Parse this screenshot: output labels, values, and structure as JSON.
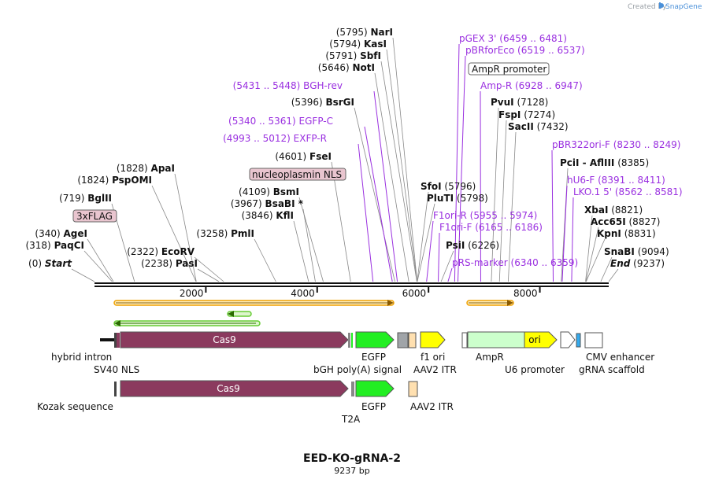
{
  "watermark": {
    "created_by": "Created by",
    "brand": "SnapGene"
  },
  "plasmid": {
    "name": "EED-KO-gRNA-2",
    "length_label": "9237 bp"
  },
  "ruler": {
    "start": 0,
    "end": 9237,
    "ticks": [
      {
        "pos": 2000,
        "label": "2000"
      },
      {
        "pos": 4000,
        "label": "4000"
      },
      {
        "pos": 6000,
        "label": "6000"
      },
      {
        "pos": 8000,
        "label": "8000"
      }
    ]
  },
  "sites": [
    {
      "pos": "(0)",
      "name": "Start",
      "italic": true,
      "loc": 0
    },
    {
      "pos": "(318)",
      "name": "PaqCI",
      "loc": 318
    },
    {
      "pos": "(340)",
      "name": "AgeI",
      "loc": 340
    },
    {
      "pos": "(719)",
      "name": "BglII",
      "loc": 719
    },
    {
      "pos": "(1824)",
      "name": "PspOMI",
      "loc": 1824
    },
    {
      "pos": "(1828)",
      "name": "ApaI",
      "loc": 1828
    },
    {
      "pos": "(2238)",
      "name": "PasI",
      "loc": 2238
    },
    {
      "pos": "(2322)",
      "name": "EcoRV",
      "loc": 2322
    },
    {
      "pos": "(3258)",
      "name": "PmlI",
      "loc": 3258
    },
    {
      "pos": "(3846)",
      "name": "KflI",
      "loc": 3846
    },
    {
      "pos": "(3967)",
      "name": "BsaBI *",
      "loc": 3967
    },
    {
      "pos": "(4109)",
      "name": "BsmI",
      "loc": 4109
    },
    {
      "pos": "(4601)",
      "name": "FseI",
      "loc": 4601
    },
    {
      "pos": "(5396)",
      "name": "BsrGI",
      "loc": 5396
    },
    {
      "pos": "(5646)",
      "name": "NotI",
      "loc": 5646
    },
    {
      "pos": "(5791)",
      "name": "SbfI",
      "loc": 5791
    },
    {
      "pos": "(5794)",
      "name": "KasI",
      "loc": 5794
    },
    {
      "pos": "(5795)",
      "name": "NarI",
      "loc": 5795
    },
    {
      "pos": "(5796)",
      "name": "SfoI",
      "loc": 5796
    },
    {
      "pos": "(5798)",
      "name": "PluTI",
      "loc": 5798
    },
    {
      "pos": "(6226)",
      "name": "PsiI",
      "loc": 6226
    },
    {
      "pos": "(7128)",
      "name": "PvuI",
      "loc": 7128
    },
    {
      "pos": "(7274)",
      "name": "FspI",
      "loc": 7274
    },
    {
      "pos": "(7432)",
      "name": "SacII",
      "loc": 7432
    },
    {
      "pos": "(8385)",
      "name": "PciI - AflIII",
      "loc": 8385
    },
    {
      "pos": "(8821)",
      "name": "XbaI",
      "loc": 8821
    },
    {
      "pos": "(8827)",
      "name": "Acc65I",
      "loc": 8827
    },
    {
      "pos": "(8831)",
      "name": "KpnI",
      "loc": 8831
    },
    {
      "pos": "(9094)",
      "name": "SnaBI",
      "loc": 9094
    },
    {
      "pos": "(9237)",
      "name": "End",
      "italic": true,
      "loc": 9237
    }
  ],
  "primers": [
    {
      "name": "pGEX 3'",
      "range": "(6459 .. 6481)",
      "loc": 6470
    },
    {
      "name": "pBRforEco",
      "range": "(6519 .. 6537)",
      "loc": 6528
    },
    {
      "name": "Amp-R",
      "range": "(6928 .. 6947)",
      "loc": 6938
    },
    {
      "name": "BGH-rev",
      "range": "(5431 .. 5448)",
      "loc": 5440
    },
    {
      "name": "EGFP-C",
      "range": "(5340 .. 5361)",
      "loc": 5350
    },
    {
      "name": "EXFP-R",
      "range": "(4993 .. 5012)",
      "loc": 5003
    },
    {
      "name": "pBR322ori-F",
      "range": "(8230 .. 8249)",
      "loc": 8240
    },
    {
      "name": "hU6-F",
      "range": "(8391 .. 8411)",
      "loc": 8401
    },
    {
      "name": "LKO.1 5'",
      "range": "(8562 .. 8581)",
      "loc": 8571
    },
    {
      "name": "F1ori-R",
      "range": "(5955 .. 5974)",
      "loc": 5965
    },
    {
      "name": "F1ori-F",
      "range": "(6165 .. 6186)",
      "loc": 6175
    },
    {
      "name": "pRS-marker",
      "range": "(6340 .. 6359)",
      "loc": 6350
    }
  ],
  "boxed_labels": [
    {
      "name": "AmpR promoter"
    },
    {
      "name": "nucleoplasmin NLS"
    },
    {
      "name": "3xFLAG"
    }
  ],
  "features": {
    "labels": [
      "hybrid intron",
      "SV40 NLS",
      "Cas9",
      "EGFP",
      "bGH poly(A) signal",
      "f1 ori",
      "AAV2 ITR",
      "AmpR",
      "ori",
      "U6 promoter",
      "CMV enhancer",
      "gRNA scaffold"
    ],
    "translated": {
      "labels": [
        "Cas9",
        "Kozak sequence",
        "EGFP",
        "T2A",
        "AAV2 ITR"
      ]
    }
  },
  "colors": {
    "cas9": "#8b3a5e",
    "egfp": "#22ee22",
    "ori": "#ffff00",
    "ampr": "#ccffcc",
    "itr": "#ffe0b0",
    "primer": "#9a30e0",
    "orf_line": "#f0a000",
    "orf_rev": "#66cc33"
  }
}
